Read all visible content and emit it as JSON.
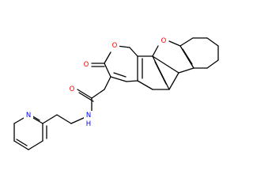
{
  "atoms": {
    "o_furan": {
      "symbol": "O",
      "color": "#ff0000"
    },
    "o_pyran": {
      "symbol": "O",
      "color": "#ff0000"
    },
    "o_ketone": {
      "symbol": "O",
      "color": "#ff0000"
    },
    "o_amide": {
      "symbol": "O",
      "color": "#ff0000"
    },
    "n_amide": {
      "symbol": "N",
      "color": "#0000ff"
    },
    "h_amide": {
      "symbol": "H",
      "color": "#0000ff"
    },
    "n_pyridine": {
      "symbol": "N",
      "color": "#0000ff"
    }
  },
  "colors": {
    "bond": "#000000",
    "oxygen": "#ff0000",
    "nitrogen": "#0000ff",
    "background": "#ffffff"
  }
}
